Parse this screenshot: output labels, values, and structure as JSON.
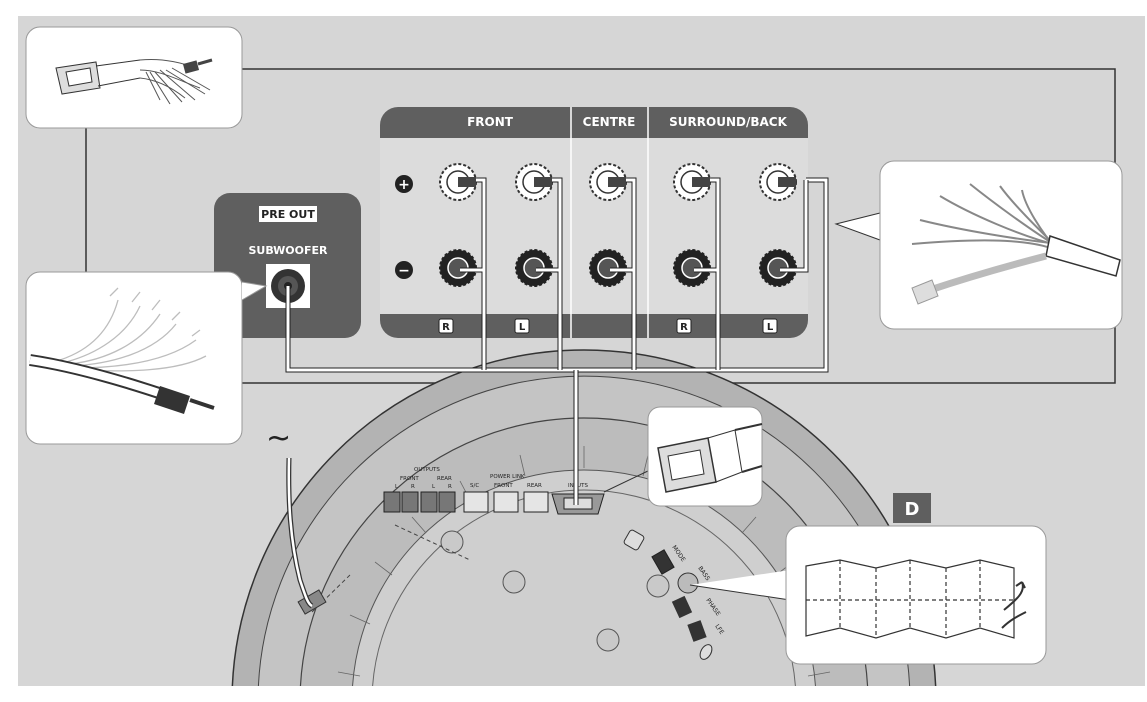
{
  "amp_panel": {
    "groups": [
      "FRONT",
      "CENTRE",
      "SURROUND/BACK"
    ],
    "channels": [
      "R",
      "L",
      "",
      "R",
      "L"
    ],
    "plus_symbol": "+",
    "minus_symbol": "−"
  },
  "preout": {
    "title": "PRE OUT",
    "label": "SUBWOOFER"
  },
  "ac_symbol": "~",
  "subwoofer_panel": {
    "outputs_label": "OUTPUTS",
    "outputs_sub": [
      "FRONT",
      "REAR"
    ],
    "lr": [
      "L",
      "R",
      "L",
      "R"
    ],
    "power_link_label": "POWER LINK",
    "power_link_sub": [
      "S/C",
      "FRONT",
      "REAR"
    ],
    "input_label": "INPUTS",
    "controls": [
      "MODE",
      "BASS",
      "PHASE",
      "LFE"
    ]
  },
  "badge_d": "D",
  "colors": {
    "background": "#d6d6d6",
    "panel": "#5f5f5f",
    "callout": "#ffffff",
    "wire": "#ffffff",
    "line": "#333333"
  },
  "icons": [
    "dsub-connector-icon",
    "speaker-wire-bundle-icon",
    "rca-plug-icon",
    "folded-paper-icon"
  ]
}
